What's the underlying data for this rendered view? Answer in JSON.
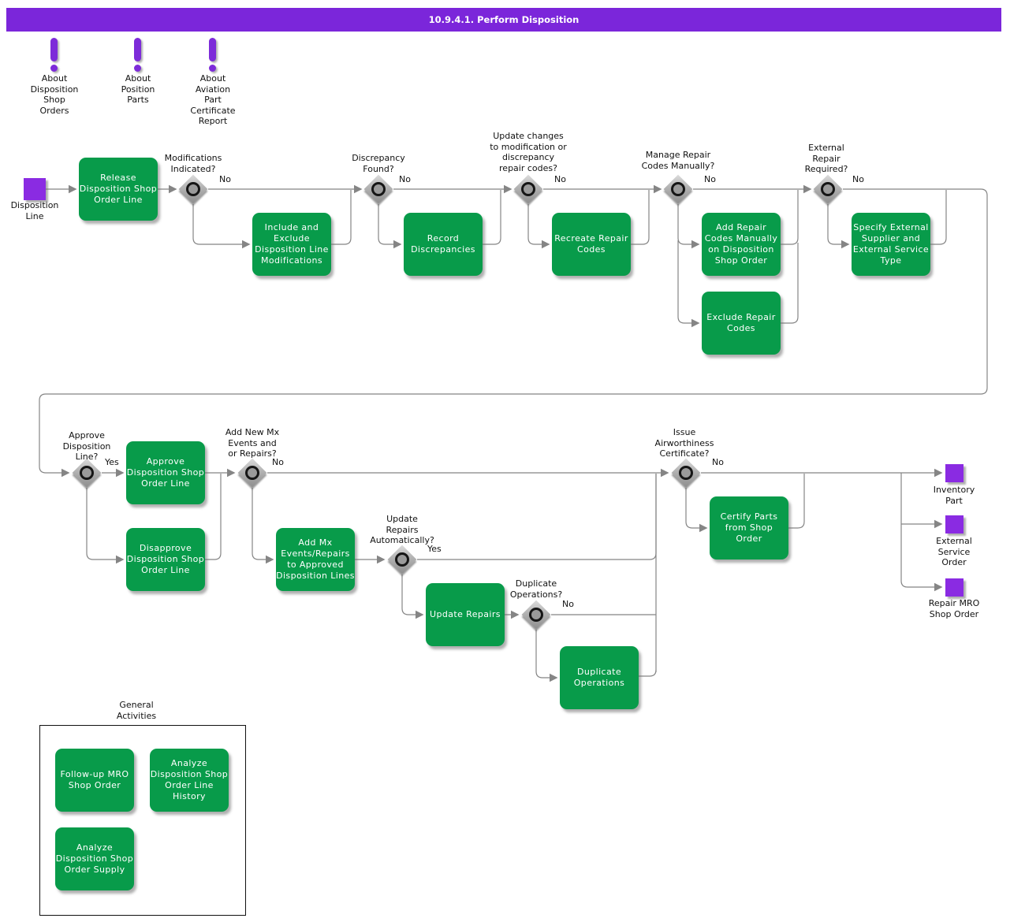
{
  "header": {
    "title": "10.9.4.1. Perform Disposition"
  },
  "colors": {
    "header_bg": "#7b26da",
    "activity_green": "#089b4a",
    "event_purple": "#8a2be2",
    "line_gray": "#858585",
    "gateway_gray": "#b2b2b2"
  },
  "info_icons": {
    "items": [
      {
        "label": "About\nDisposition\nShop\nOrders"
      },
      {
        "label": "About\nPosition\nParts"
      },
      {
        "label": "About\nAviation\nPart\nCertificate\nReport"
      }
    ]
  },
  "start": {
    "label": "Disposition\nLine"
  },
  "activities": {
    "release": {
      "label": "Release\nDisposition Shop\nOrder Line"
    },
    "include_exclude": {
      "label": "Include and\nExclude\nDisposition Line\nModifications"
    },
    "record": {
      "label": "Record\nDiscrepancies"
    },
    "recreate": {
      "label": "Recreate Repair\nCodes"
    },
    "add_repair": {
      "label": "Add Repair\nCodes Manually\non Disposition\nShop Order"
    },
    "exclude_repair": {
      "label": "Exclude Repair\nCodes"
    },
    "specify_external": {
      "label": "Specify External\nSupplier and\nExternal Service\nType"
    },
    "approve": {
      "label": "Approve\nDisposition Shop\nOrder Line"
    },
    "disapprove": {
      "label": "Disapprove\nDisposition Shop\nOrder Line"
    },
    "add_mx": {
      "label": "Add Mx\nEvents/Repairs\nto Approved\nDisposition Lines"
    },
    "update_repairs": {
      "label": "Update Repairs"
    },
    "duplicate_ops": {
      "label": "Duplicate\nOperations"
    },
    "certify": {
      "label": "Certify Parts\nfrom Shop\nOrder"
    }
  },
  "gateways": {
    "modifications": {
      "question": "Modifications\nIndicated?",
      "branch": "No"
    },
    "discrepancy": {
      "question": "Discrepancy\nFound?",
      "branch": "No"
    },
    "update_changes": {
      "question": "Update changes\nto modification or\ndiscrepancy\nrepair codes?",
      "branch": "No"
    },
    "manage_repair": {
      "question": "Manage Repair\nCodes Manually?",
      "branch": "No"
    },
    "external_repair": {
      "question": "External\nRepair\nRequired?",
      "branch": "No"
    },
    "approve_line": {
      "question": "Approve\nDisposition\nLine?",
      "branch": "Yes"
    },
    "add_new_mx": {
      "question": "Add New Mx\nEvents and\nor Repairs?",
      "branch": "No"
    },
    "update_auto": {
      "question": "Update\nRepairs\nAutomatically?",
      "branch": "Yes"
    },
    "duplicate": {
      "question": "Duplicate\nOperations?",
      "branch": "No"
    },
    "airworthiness": {
      "question": "Issue\nAirworthiness\nCertificate?",
      "branch": "No"
    }
  },
  "ends": {
    "inventory": {
      "label": "Inventory\nPart"
    },
    "external_service": {
      "label": "External\nService\nOrder"
    },
    "repair_mro": {
      "label": "Repair MRO\nShop Order"
    }
  },
  "general": {
    "title": "General\nActivities",
    "items": [
      {
        "label": "Follow-up MRO\nShop Order"
      },
      {
        "label": "Analyze\nDisposition Shop\nOrder Line\nHistory"
      },
      {
        "label": "Analyze\nDisposition Shop\nOrder Supply"
      }
    ]
  }
}
